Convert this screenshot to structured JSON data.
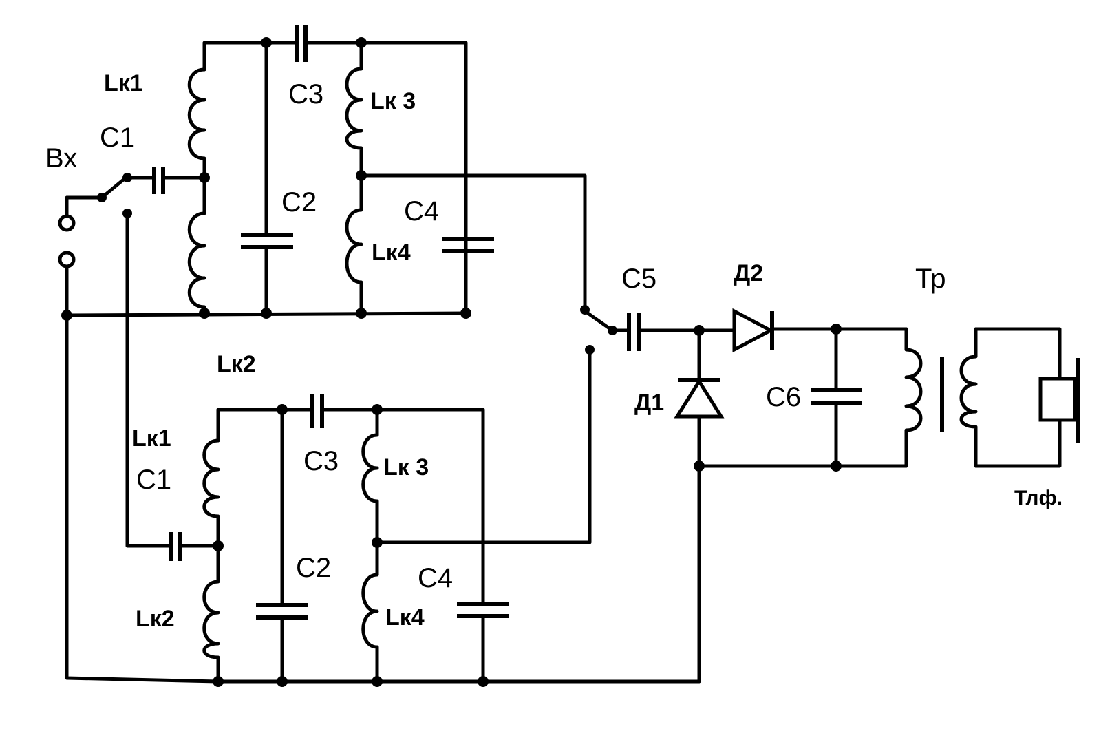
{
  "labels": {
    "input": "Вх",
    "upper": {
      "lk1": "Lк1",
      "c1": "C1",
      "c3": "C3",
      "lk3": "Lк 3",
      "c2": "C2",
      "c4": "C4",
      "lk4": "Lк4"
    },
    "lk2_upper": "Lк2",
    "lower": {
      "lk1": "Lк1",
      "c1": "C1",
      "c3": "C3",
      "lk3": "Lк 3",
      "c2": "C2",
      "c4": "C4",
      "lk2": "Lк2",
      "lk4": "Lк4"
    },
    "c5": "C5",
    "d2": "Д2",
    "d1": "Д1",
    "c6": "C6",
    "tr": "Тр",
    "phone": "Тлф."
  }
}
